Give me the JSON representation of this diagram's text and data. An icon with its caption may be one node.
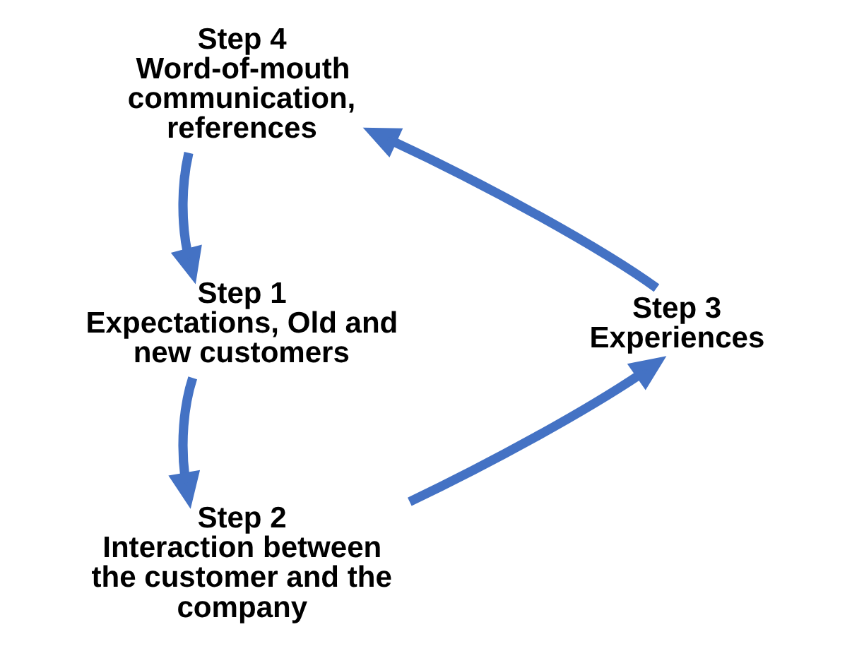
{
  "diagram": {
    "nodes": [
      {
        "text": [
          "Step 4",
          "Word-of-mouth communication, references"
        ]
      },
      {
        "text": [
          "Step 1",
          "Expectations, Old and new customers"
        ]
      },
      {
        "text": [
          "Step 3",
          "Experiences"
        ]
      },
      {
        "text": [
          "Step 2",
          "Interaction between the customer and the company"
        ]
      }
    ],
    "edges": [
      {
        "from": 0,
        "to": 1,
        "arrow": "to"
      },
      {
        "from": 1,
        "to": 3,
        "arrow": "to"
      },
      {
        "from": 3,
        "to": 2,
        "arrow": "to"
      },
      {
        "from": 2,
        "to": 0,
        "arrow": "to"
      }
    ]
  }
}
